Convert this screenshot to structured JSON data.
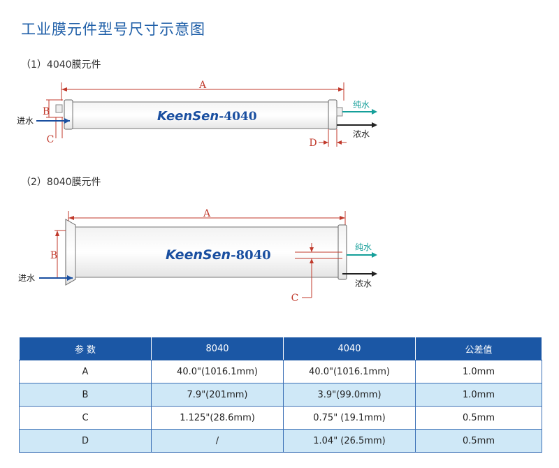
{
  "title": "工业膜元件型号尺寸示意图",
  "section1": {
    "heading": "（1）4040膜元件",
    "label_a": "A",
    "label_b": "B",
    "label_c": "C",
    "label_d": "D",
    "inlet": "进水",
    "permeate": "纯水",
    "concentrate": "浓水",
    "brand": "KeenSen",
    "model": "-4040"
  },
  "section2": {
    "heading": "（2）8040膜元件",
    "label_a": "A",
    "label_b": "B",
    "label_c": "C",
    "inlet": "进水",
    "permeate": "纯水",
    "concentrate": "浓水",
    "brand": "KeenSen",
    "model": "-8040"
  },
  "colors": {
    "title": "#1f5fa8",
    "header": "#1b57a5",
    "alt_row": "#cfe8f7",
    "dimension": "#c0392b",
    "permeate": "#159f9a"
  },
  "table": {
    "headers": [
      "参 数",
      "8040",
      "4040",
      "公差值"
    ],
    "rows": [
      [
        "A",
        "40.0\"(1016.1mm)",
        "40.0\"(1016.1mm)",
        "1.0mm"
      ],
      [
        "B",
        "7.9\"(201mm)",
        "3.9\"(99.0mm)",
        "1.0mm"
      ],
      [
        "C",
        "1.125\"(28.6mm)",
        "0.75\" (19.1mm)",
        "0.5mm"
      ],
      [
        "D",
        "/",
        "1.04\" (26.5mm)",
        "0.5mm"
      ]
    ]
  }
}
